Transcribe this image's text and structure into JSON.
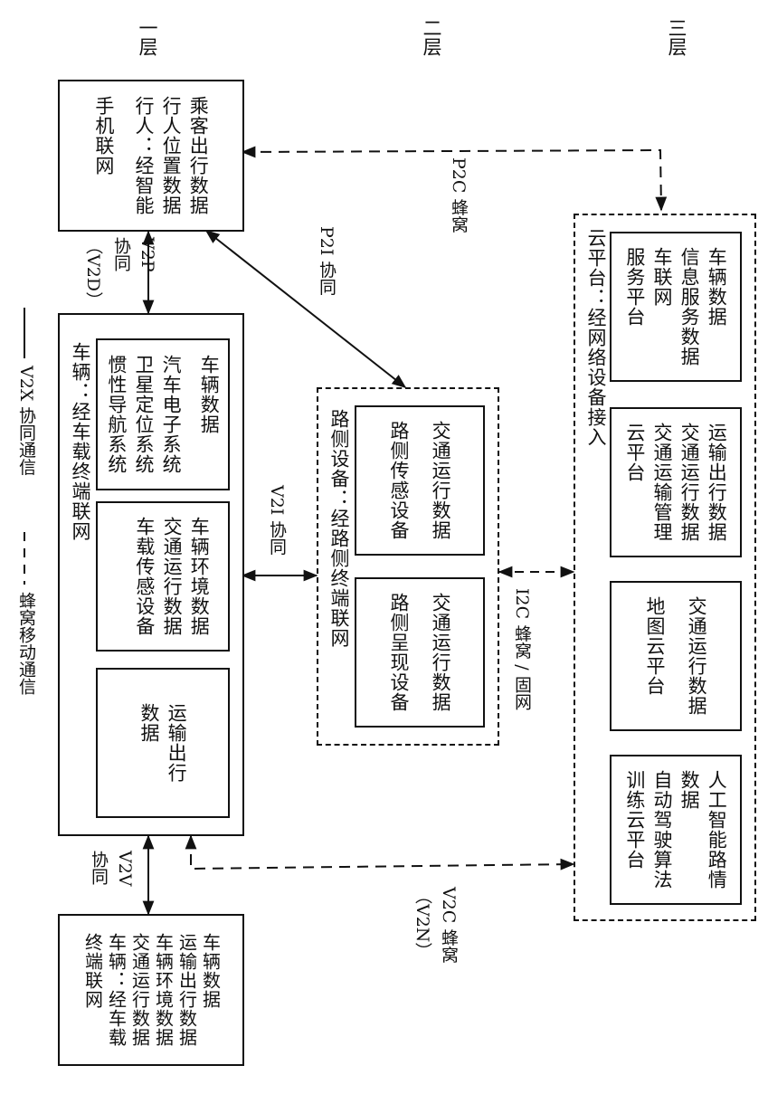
{
  "layers": [
    "一层",
    "二层",
    "三层"
  ],
  "pedestrian": {
    "lines": [
      "乘客出行数据",
      "行人位置数据",
      "行人：经智能",
      "手机联网"
    ]
  },
  "vehicle": {
    "title": "车辆：经车载终端联网",
    "boxes": [
      {
        "lines": [
          "车辆数据",
          "汽车电子系统",
          "卫星定位系统",
          "惯性导航系统"
        ]
      },
      {
        "lines": [
          "车辆环境数据",
          "交通运行数据",
          "车载传感设备"
        ]
      },
      {
        "lines": [
          "运输出行",
          "数据"
        ]
      }
    ]
  },
  "other_vehicle": {
    "lines": [
      "车辆数据",
      "运输出行数据",
      "车辆环境数据",
      "交通运行数据",
      "车辆：经车载",
      "终端联网"
    ]
  },
  "roadside": {
    "title": "路侧设备：经路侧终端联网",
    "boxes": [
      {
        "lines": [
          "交通运行数据",
          "路侧传感设备"
        ]
      },
      {
        "lines": [
          "交通运行数据",
          "路侧呈现设备"
        ]
      }
    ]
  },
  "cloud": {
    "title": "云平台：经网络设备接入",
    "boxes": [
      {
        "lines": [
          "车辆数据",
          "信息服务数据",
          "车联网",
          "服务平台"
        ]
      },
      {
        "lines": [
          "运输出行数据",
          "交通运行数据",
          "交通运输管理",
          "云平台"
        ]
      },
      {
        "lines": [
          "交通运行数据",
          "地图云平台"
        ]
      },
      {
        "lines": [
          "人工智能路情",
          "数据",
          "自动驾驶算法",
          "训练云平台"
        ]
      }
    ]
  },
  "links": {
    "v2p": [
      "V2P",
      "协同",
      "（V2D）"
    ],
    "p2i": "P2I 协同",
    "p2c": "P2C 蜂窝",
    "v2i": "V2I 协同",
    "i2c": "I2C 蜂窝 / 固网",
    "v2v": [
      "V2V",
      "协同"
    ],
    "v2c": [
      "V2C 蜂窝",
      "（V2N）"
    ]
  },
  "legend": {
    "solid_label": "V2X 协同通信",
    "dashed_label": "蜂窝移动通信"
  }
}
